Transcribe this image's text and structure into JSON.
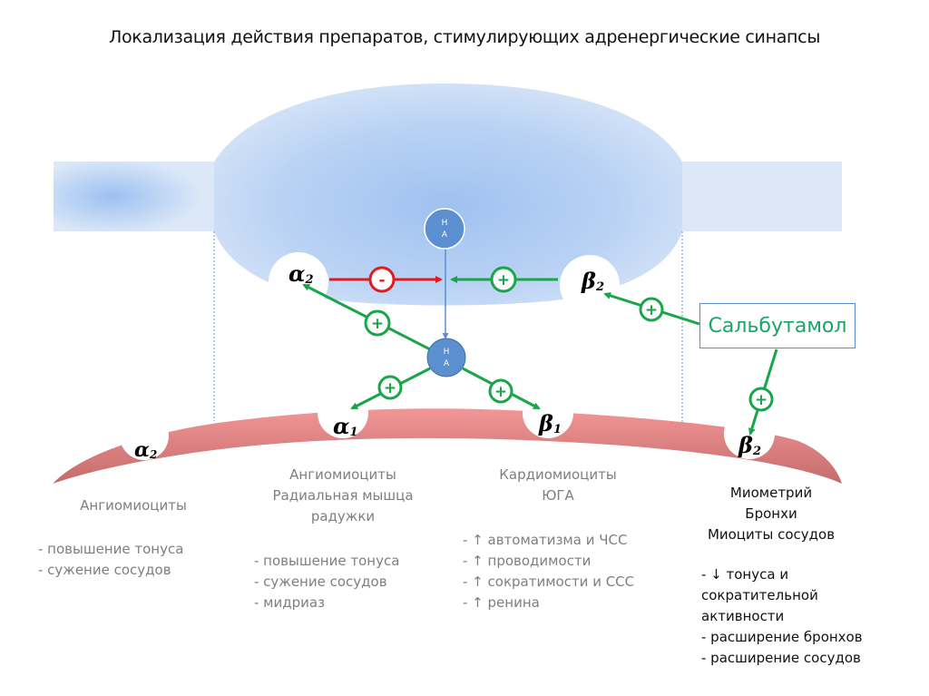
{
  "title": "Локализация действия препаратов, стимулирующих адренергические синапсы",
  "colors": {
    "presynaptic": "#a7c6f2",
    "axon_left": "#b7d0f3",
    "axon_right": "#dce8f7",
    "postsynaptic": "#ea8a8a",
    "postsynaptic_dark": "#c06a6a",
    "mediator_circle": "#5b8fcf",
    "stimulate": "#1aa54a",
    "inhibit": "#e01b1b",
    "drug_text": "#1aa566"
  },
  "mediator": {
    "label_line1": "Н",
    "label_line2": "А"
  },
  "receptors": {
    "pre_alpha2": {
      "letter": "α",
      "sub": "2"
    },
    "pre_beta2": {
      "letter": "β",
      "sub": "2"
    },
    "post_alpha2": {
      "letter": "α",
      "sub": "2"
    },
    "post_alpha1": {
      "letter": "α",
      "sub": "1"
    },
    "post_beta1": {
      "letter": "β",
      "sub": "1"
    },
    "post_beta2": {
      "letter": "β",
      "sub": "2"
    }
  },
  "signs": {
    "plus": "+",
    "minus": "-"
  },
  "drug": {
    "name": "Сальбутамол"
  },
  "columns": [
    {
      "heading": [
        "Ангиомиоциты"
      ],
      "effects": [
        "- повышение тонуса",
        "- сужение сосудов"
      ]
    },
    {
      "heading": [
        "Ангиомиоциты",
        "Радиальная мышца",
        "радужки"
      ],
      "effects": [
        "- повышение тонуса",
        "- сужение сосудов",
        "- мидриаз"
      ]
    },
    {
      "heading": [
        "Кардиомиоциты",
        "ЮГА"
      ],
      "effects": [
        "- ↑ автоматизма и ЧСС",
        "- ↑ проводимости",
        "- ↑ сократимости и ССС",
        "- ↑ ренина"
      ]
    },
    {
      "heading": [
        "Миометрий",
        "Бронхи",
        "Миоциты сосудов"
      ],
      "effects": [
        "- ↓ тонуса и",
        "сократительной",
        "активности",
        "- расширение бронхов",
        "- расширение сосудов"
      ]
    }
  ]
}
